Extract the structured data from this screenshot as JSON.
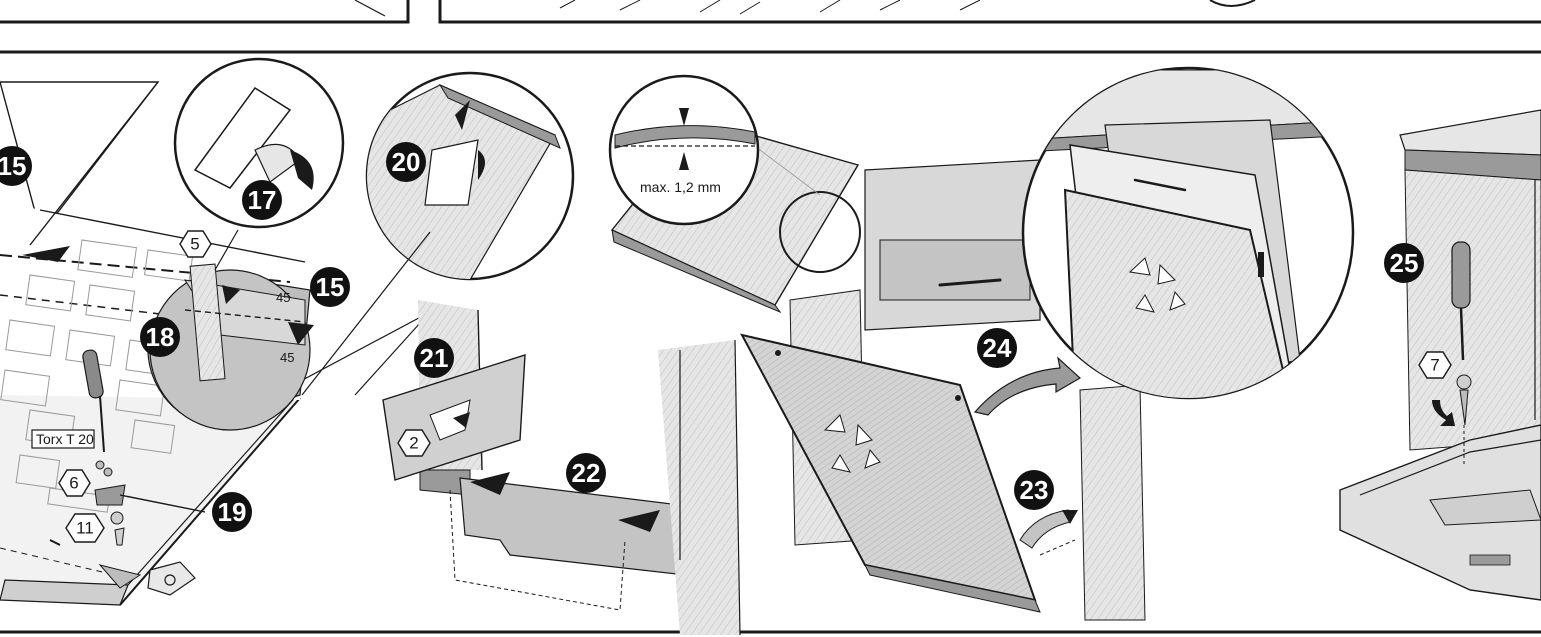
{
  "steps": {
    "s15a": "15",
    "s15b": "15",
    "s17": "17",
    "s18": "18",
    "s19": "19",
    "s20": "20",
    "s21": "21",
    "s22": "22",
    "s23": "23",
    "s24": "24",
    "s25": "25"
  },
  "parts": {
    "p5": "5",
    "p6": "6",
    "p11": "11",
    "p2": "2",
    "p7": "7"
  },
  "labels": {
    "torx": "Torx T 20",
    "tolerance": "max. 1,2 mm",
    "angle_top": "45",
    "angle_bottom": "45"
  },
  "colors": {
    "ink": "#1a1a1a",
    "badge": "#111111",
    "panel_gray": "#bdbdbd",
    "light_gray": "#dcdcdc",
    "mid_gray": "#9a9a9a"
  }
}
